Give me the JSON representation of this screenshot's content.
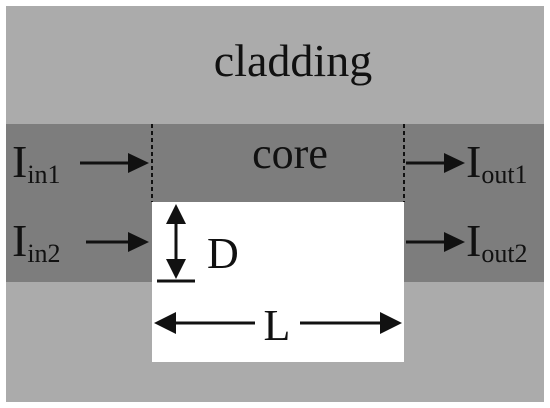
{
  "labels": {
    "cladding": "cladding",
    "core": "core",
    "in1_main": "I",
    "in1_sub": "in1",
    "in2_main": "I",
    "in2_sub": "in2",
    "out1_main": "I",
    "out1_sub": "out1",
    "out2_main": "I",
    "out2_sub": "out2",
    "depth": "D",
    "length": "L"
  },
  "colors": {
    "cladding": "#ababab",
    "core": "#7d7d7d",
    "notch": "#ffffff",
    "ink": "#111111"
  }
}
